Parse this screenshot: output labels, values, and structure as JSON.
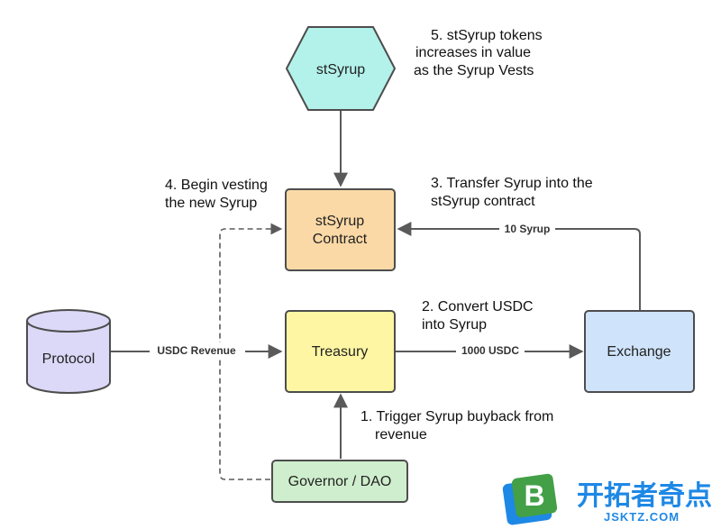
{
  "nodes": {
    "stsyrup": "stSyrup",
    "contract": [
      "stSyrup",
      "Contract"
    ],
    "protocol": "Protocol",
    "treasury": "Treasury",
    "exchange": "Exchange",
    "governor": "Governor / DAO"
  },
  "edges": {
    "usdc_revenue": "USDC Revenue",
    "usdc_1000": "1000 USDC",
    "syrup_10": "10 Syrup"
  },
  "notes": {
    "step1": [
      "1. Trigger Syrup buyback from",
      "revenue"
    ],
    "step2": [
      "2.  Convert USDC",
      "into Syrup"
    ],
    "step3": [
      "3. Transfer Syrup into the",
      "stSyrup contract"
    ],
    "step4": [
      "4. Begin vesting",
      "the new Syrup"
    ],
    "step5": [
      "5. stSyrup tokens",
      "increases in value",
      "as the Syrup Vests"
    ]
  },
  "watermark": {
    "logo_letter": "B",
    "cn_text": "开拓者奇点",
    "en_text": "JSKTZ.COM"
  },
  "colors": {
    "stsyrup_fill": "#b3f2ea",
    "contract_fill": "#fbd9a6",
    "protocol_fill": "#dcd8f7",
    "treasury_fill": "#fff6a3",
    "exchange_fill": "#cfe3fb",
    "governor_fill": "#cfeecd",
    "stroke": "#4d4d4d",
    "edge": "#5a5a5a",
    "watermark_blue": "#1e88e5",
    "watermark_green": "#43a047"
  }
}
